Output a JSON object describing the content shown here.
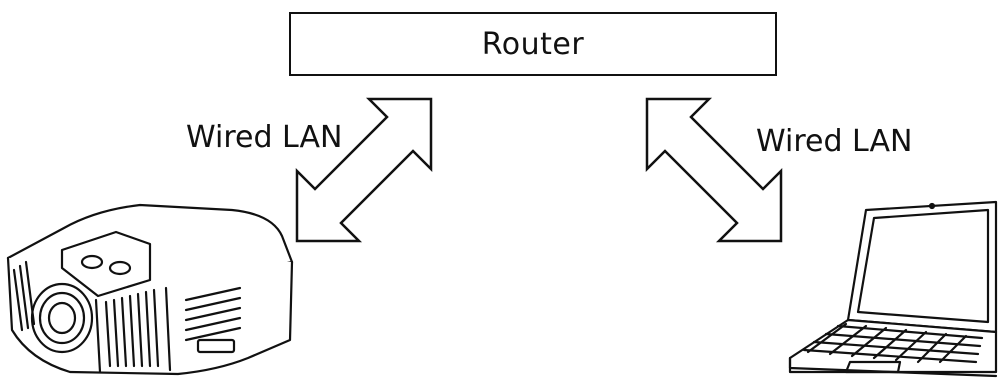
{
  "router": {
    "label": "Router"
  },
  "links": {
    "left_label": "Wired LAN",
    "right_label": "Wired LAN"
  },
  "icons": {
    "left_device": "projector-icon",
    "right_device": "laptop-icon",
    "left_link": "double-arrow-icon",
    "right_link": "double-arrow-icon"
  }
}
